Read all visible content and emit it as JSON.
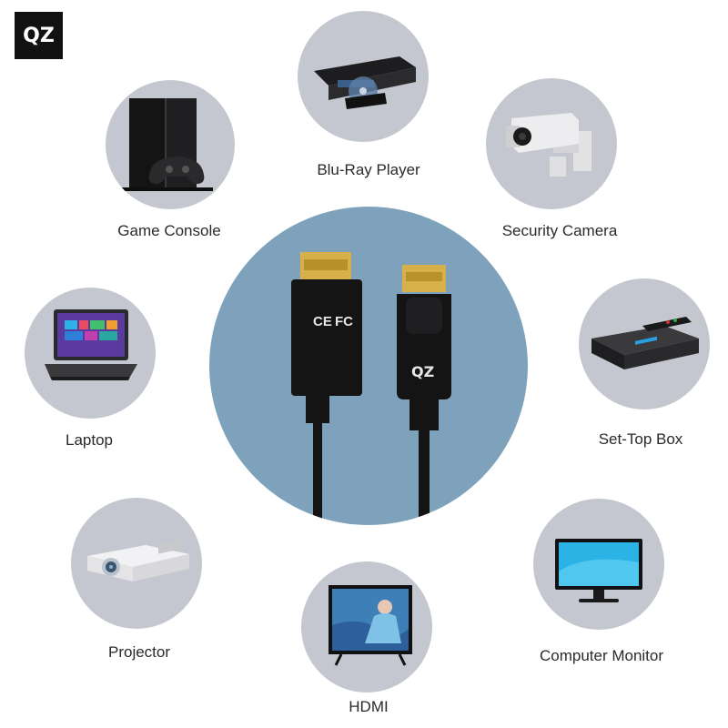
{
  "brand": {
    "logo_text": "QZ"
  },
  "devices": [
    {
      "id": "blu-ray-player",
      "label": "Blu-Ray Player"
    },
    {
      "id": "game-console",
      "label": "Game Console"
    },
    {
      "id": "security-camera",
      "label": "Security Camera"
    },
    {
      "id": "laptop",
      "label": "Laptop"
    },
    {
      "id": "set-top-box",
      "label": "Set-Top Box"
    },
    {
      "id": "projector",
      "label": "Projector"
    },
    {
      "id": "computer-monitor",
      "label": "Computer Monitor"
    },
    {
      "id": "hdmi",
      "label": "HDMI"
    }
  ],
  "cable": {
    "hdmi_markings": [
      "CE",
      "FC"
    ],
    "dp_logo": "QZ"
  },
  "colors": {
    "bubble": "#c4c7cf",
    "center": "#7ea2bb",
    "connector_gold": "#d8b04a",
    "cable_black": "#141414"
  }
}
